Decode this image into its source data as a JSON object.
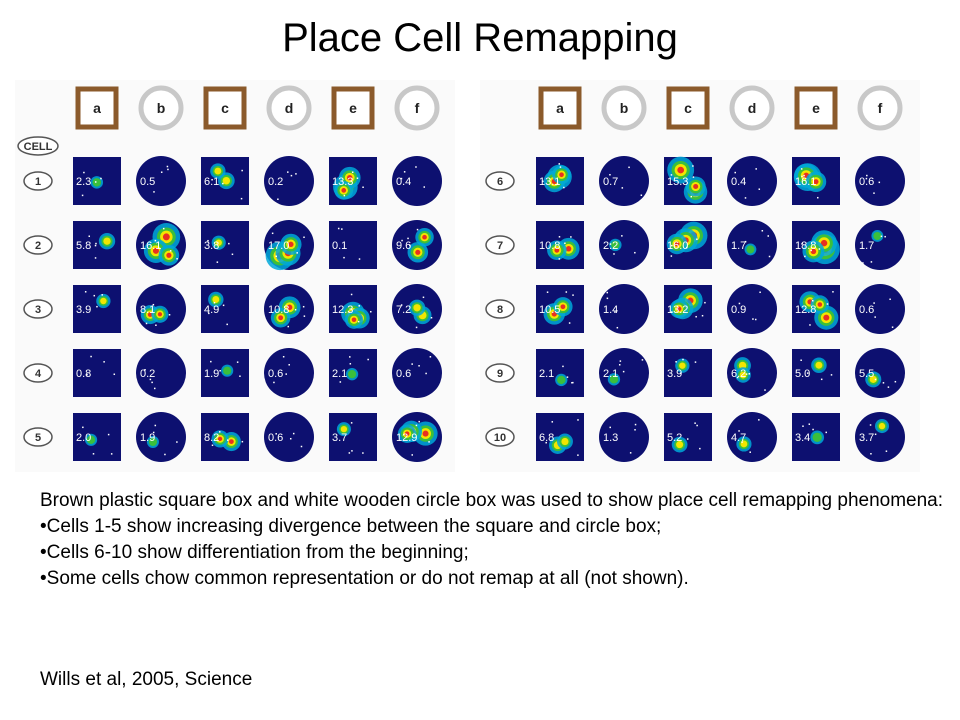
{
  "page": {
    "title": "Place Cell Remapping"
  },
  "figure": {
    "cell_header": "CELL",
    "environments": [
      {
        "label": "a",
        "shape": "square"
      },
      {
        "label": "b",
        "shape": "circle"
      },
      {
        "label": "c",
        "shape": "square"
      },
      {
        "label": "d",
        "shape": "circle"
      },
      {
        "label": "e",
        "shape": "square"
      },
      {
        "label": "f",
        "shape": "circle"
      }
    ],
    "colors": {
      "box_brown": "#8b5a2b",
      "circle_gray": "#c8c8c8",
      "map_background": "#0d1070"
    },
    "panels": [
      {
        "cells": [
          {
            "id": "1",
            "rates": [
              "2.3",
              "0.5",
              "6.1",
              "0.2",
              "13.3",
              "0.4"
            ]
          },
          {
            "id": "2",
            "rates": [
              "5.8",
              "16.1",
              "3.8",
              "17.0",
              "0.1",
              "9.6"
            ]
          },
          {
            "id": "3",
            "rates": [
              "3.9",
              "8.1",
              "4.9",
              "10.8",
              "12.3",
              "7.2"
            ]
          },
          {
            "id": "4",
            "rates": [
              "0.8",
              "0.2",
              "1.9",
              "0.6",
              "2.1",
              "0.6"
            ]
          },
          {
            "id": "5",
            "rates": [
              "2.0",
              "1.9",
              "8.2",
              "0.6",
              "3.7",
              "12.9"
            ]
          }
        ]
      },
      {
        "cells": [
          {
            "id": "6",
            "rates": [
              "13.1",
              "0.7",
              "15.3",
              "0.4",
              "16.1",
              "0.6"
            ]
          },
          {
            "id": "7",
            "rates": [
              "10.8",
              "2.2",
              "16.0",
              "1.7",
              "18.8",
              "1.7"
            ]
          },
          {
            "id": "8",
            "rates": [
              "10.5",
              "1.4",
              "13.2",
              "0.9",
              "12.8",
              "0.6"
            ]
          },
          {
            "id": "9",
            "rates": [
              "2.1",
              "2.1",
              "3.9",
              "6.2",
              "5.0",
              "5.5"
            ]
          },
          {
            "id": "10",
            "rates": [
              "6.8",
              "1.3",
              "5.2",
              "4.7",
              "3.4",
              "3.7"
            ]
          }
        ]
      }
    ]
  },
  "caption": {
    "intro": "Brown plastic square box and white wooden circle box was used to show place cell remapping phenomena:",
    "bullets": [
      "•Cells 1-5 show increasing divergence between the square and circle box;",
      "•Cells 6-10 show differentiation from the beginning;",
      "•Some cells chow common representation or do not remap at all (not shown)."
    ]
  },
  "citation": "Wills et al, 2005, Science"
}
